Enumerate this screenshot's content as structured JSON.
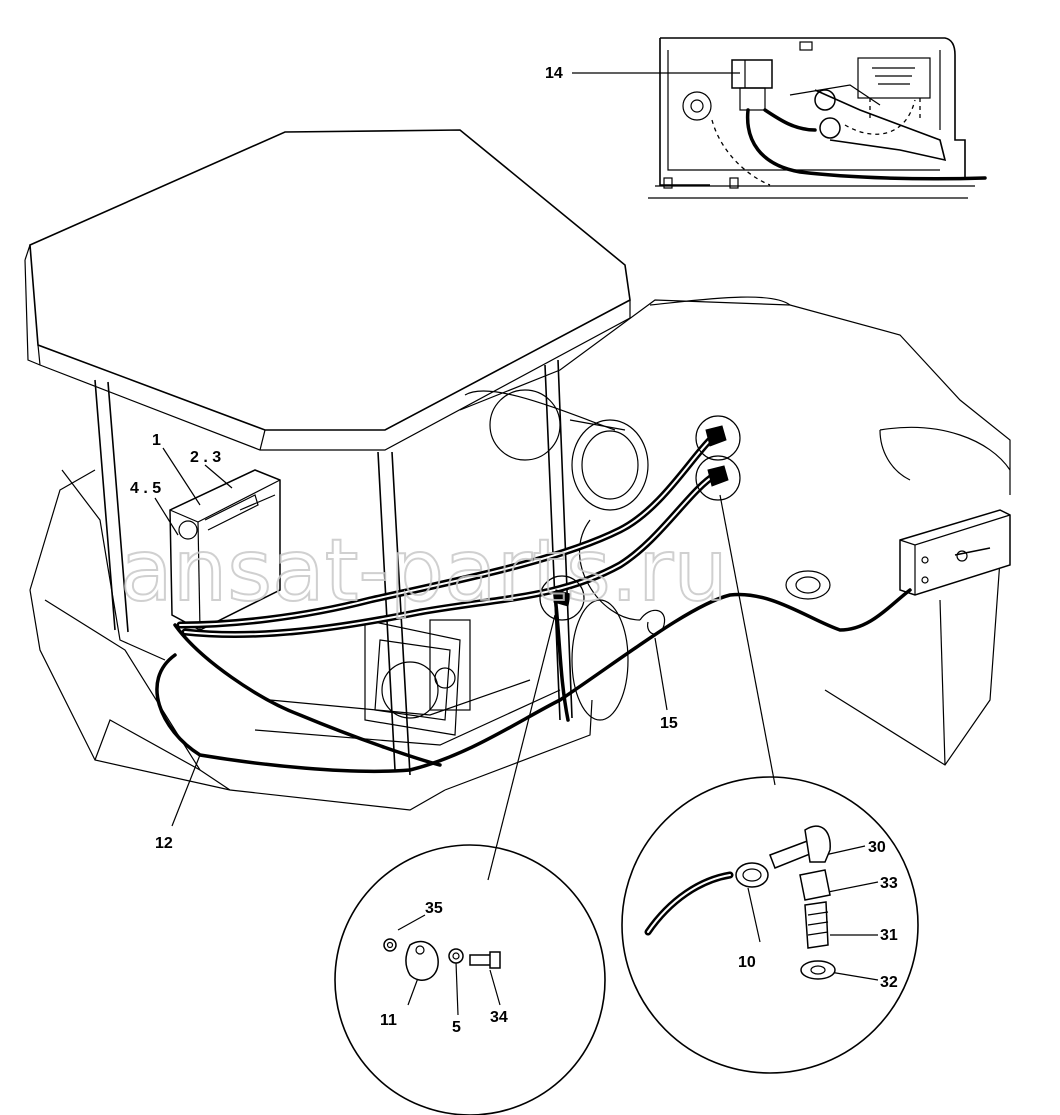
{
  "watermark": "ansat-parts.ru",
  "callouts": {
    "c1": "1",
    "c23": "2 . 3",
    "c45": "4 . 5",
    "c14": "14",
    "c15": "15",
    "c12": "12",
    "c30": "30",
    "c33": "33",
    "c31": "31",
    "c32": "32",
    "c10": "10",
    "c35": "35",
    "c11": "11",
    "c5": "5",
    "c34": "34"
  }
}
